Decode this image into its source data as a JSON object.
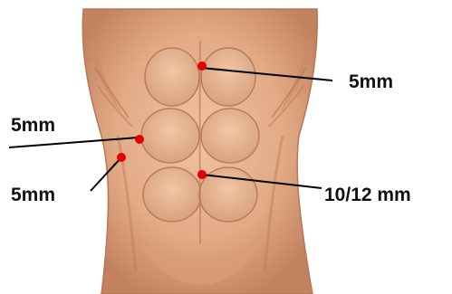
{
  "figure": {
    "image_name": "abdominal-torso-illustration",
    "colors": {
      "skin_base": "#e3aa86",
      "skin_shadow": "#b87654",
      "skin_highlight": "#f2c8a8",
      "port_marker": "#e00000",
      "leader_line": "#000000"
    },
    "ports": [
      {
        "label": "5mm",
        "marker_icon": "red-dot"
      },
      {
        "label": "5mm",
        "marker_icon": "red-dot"
      },
      {
        "label": "5mm",
        "marker_icon": "red-dot"
      },
      {
        "label": "10/12 mm",
        "marker_icon": "red-dot"
      }
    ]
  }
}
